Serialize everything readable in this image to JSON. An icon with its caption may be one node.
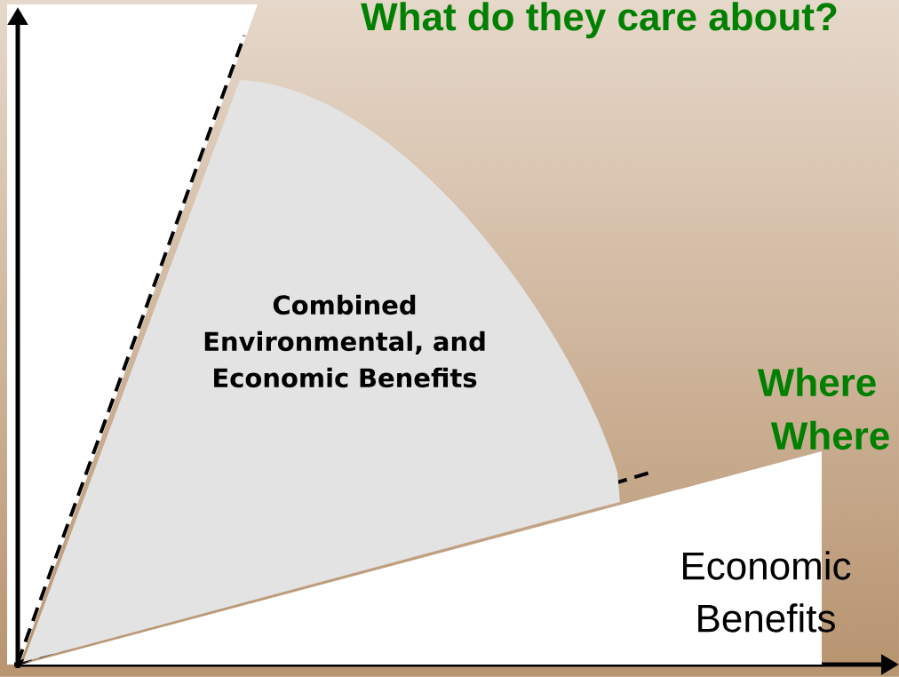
{
  "diagram": {
    "title": "What do they care about?",
    "nodes": [
      {
        "text": [
          "Combined Environmental, and Economic Benefits"
        ]
      },
      {
        "text": [
          "Economic Benefits"
        ]
      }
    ],
    "labels": [
      "Where",
      "Where"
    ]
  }
}
